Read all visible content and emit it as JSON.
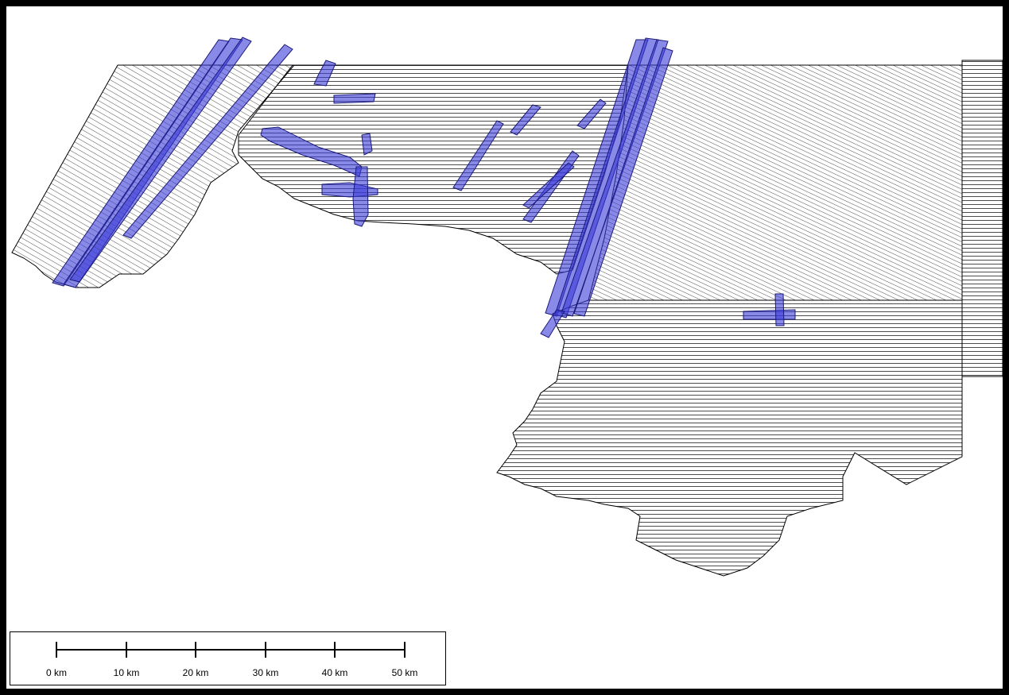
{
  "map": {
    "hatch_color": "#000000",
    "swath_fill": "#3a3ad8",
    "swath_stroke": "#1a1a7a"
  },
  "scale_bar": {
    "labels": [
      "0 km",
      "10 km",
      "20 km",
      "30 km",
      "40 km",
      "50 km"
    ]
  }
}
